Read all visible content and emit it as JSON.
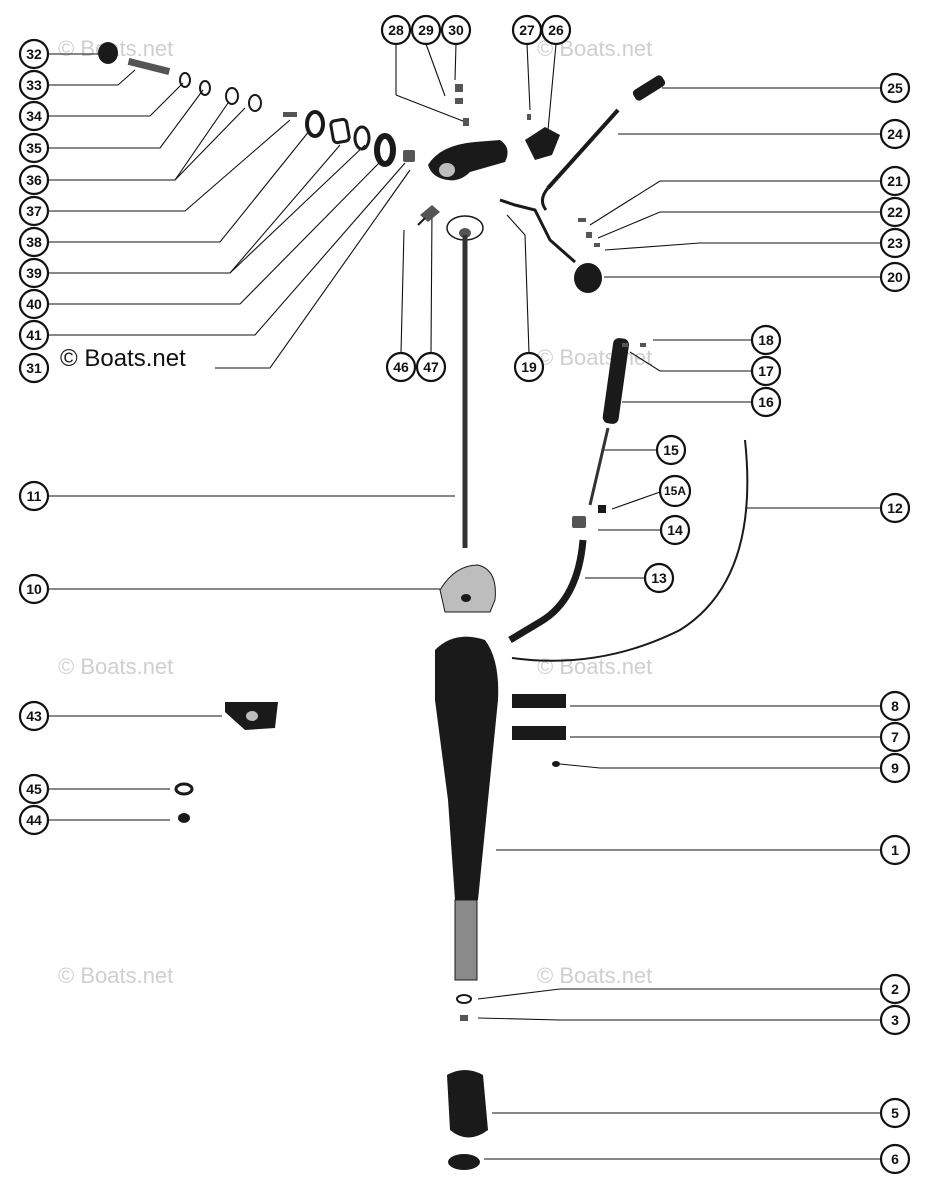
{
  "diagram": {
    "watermark_text": "© Boats.net",
    "callouts": [
      {
        "id": "c32",
        "label": "32"
      },
      {
        "id": "c33",
        "label": "33"
      },
      {
        "id": "c34",
        "label": "34"
      },
      {
        "id": "c35",
        "label": "35"
      },
      {
        "id": "c36",
        "label": "36"
      },
      {
        "id": "c37",
        "label": "37"
      },
      {
        "id": "c38",
        "label": "38"
      },
      {
        "id": "c39",
        "label": "39"
      },
      {
        "id": "c40",
        "label": "40"
      },
      {
        "id": "c41",
        "label": "41"
      },
      {
        "id": "c31",
        "label": "31"
      },
      {
        "id": "c28",
        "label": "28"
      },
      {
        "id": "c29",
        "label": "29"
      },
      {
        "id": "c30",
        "label": "30"
      },
      {
        "id": "c27",
        "label": "27"
      },
      {
        "id": "c26",
        "label": "26"
      },
      {
        "id": "c25",
        "label": "25"
      },
      {
        "id": "c24",
        "label": "24"
      },
      {
        "id": "c21",
        "label": "21"
      },
      {
        "id": "c22",
        "label": "22"
      },
      {
        "id": "c23",
        "label": "23"
      },
      {
        "id": "c20",
        "label": "20"
      },
      {
        "id": "c46",
        "label": "46"
      },
      {
        "id": "c47",
        "label": "47"
      },
      {
        "id": "c19",
        "label": "19"
      },
      {
        "id": "c18",
        "label": "18"
      },
      {
        "id": "c17",
        "label": "17"
      },
      {
        "id": "c16",
        "label": "16"
      },
      {
        "id": "c15",
        "label": "15"
      },
      {
        "id": "c15A",
        "label": "15A"
      },
      {
        "id": "c14",
        "label": "14"
      },
      {
        "id": "c12",
        "label": "12"
      },
      {
        "id": "c11",
        "label": "11"
      },
      {
        "id": "c13",
        "label": "13"
      },
      {
        "id": "c10",
        "label": "10"
      },
      {
        "id": "c43",
        "label": "43"
      },
      {
        "id": "c8",
        "label": "8"
      },
      {
        "id": "c7",
        "label": "7"
      },
      {
        "id": "c9",
        "label": "9"
      },
      {
        "id": "c45",
        "label": "45"
      },
      {
        "id": "c44",
        "label": "44"
      },
      {
        "id": "c1",
        "label": "1"
      },
      {
        "id": "c2",
        "label": "2"
      },
      {
        "id": "c3",
        "label": "3"
      },
      {
        "id": "c5",
        "label": "5"
      },
      {
        "id": "c6",
        "label": "6"
      }
    ]
  }
}
